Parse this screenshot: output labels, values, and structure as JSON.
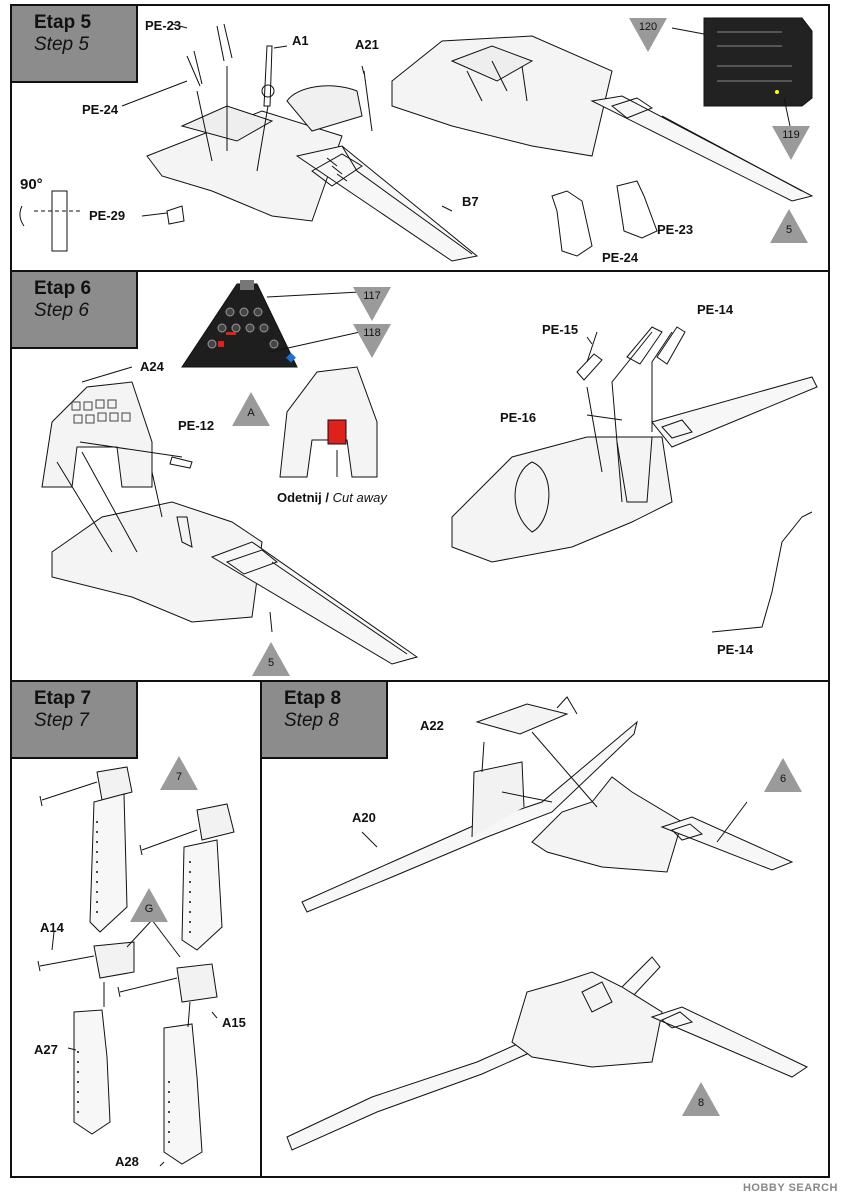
{
  "colors": {
    "header_gray": "#8c8c8c",
    "triangle_gray": "#9a9a9a",
    "cut_red": "#e0201a",
    "outline": "#111111"
  },
  "step5": {
    "title_pl": "Etap 5",
    "title_en": "Step 5",
    "labels": {
      "pe23_top": "PE-23",
      "a1": "A1",
      "a21": "A21",
      "pe24_left": "PE-24",
      "angle": "90°",
      "pe29": "PE-29",
      "b7": "B7",
      "pe23_right": "PE-23",
      "pe24_bottom": "PE-24"
    },
    "triangles": {
      "t120": "120",
      "t119": "119",
      "t5": "5"
    }
  },
  "step6": {
    "title_pl": "Etap 6",
    "title_en": "Step 6",
    "labels": {
      "a24": "A24",
      "pe12": "PE-12",
      "pe15": "PE-15",
      "pe14_top": "PE-14",
      "pe16": "PE-16",
      "pe14_bottom": "PE-14"
    },
    "triangles": {
      "t117": "117",
      "t118": "118",
      "ta": "A",
      "t5": "5"
    },
    "cut_pl": "Odetnij /",
    "cut_en": "Cut away"
  },
  "step7": {
    "title_pl": "Etap 7",
    "title_en": "Step 7",
    "labels": {
      "a14": "A14",
      "a15": "A15",
      "a27": "A27",
      "a28": "A28"
    },
    "triangles": {
      "t7": "7",
      "tg": "G"
    }
  },
  "step8": {
    "title_pl": "Etap 8",
    "title_en": "Step 8",
    "labels": {
      "a22": "A22",
      "a20": "A20"
    },
    "triangles": {
      "t6": "6",
      "t8": "8"
    }
  },
  "watermark": "HOBBY SEARCH"
}
